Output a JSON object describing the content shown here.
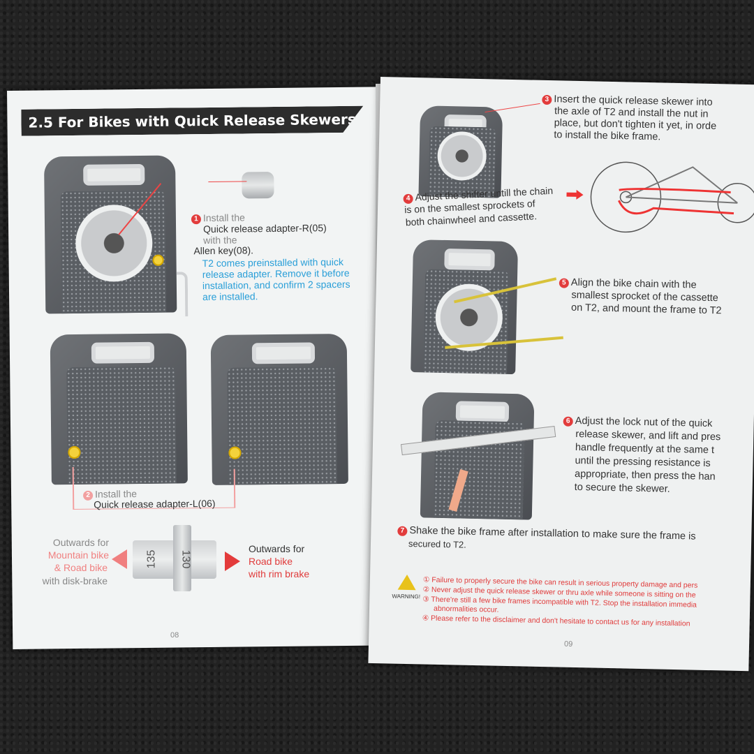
{
  "left": {
    "title": "2.5 For Bikes with Quick Release Skewers",
    "step1": {
      "num": "1",
      "line1": "Install the",
      "line2": "Quick release adapter-R(05)",
      "line3": "with the",
      "line4": "Allen key(08).",
      "note1": "T2 comes preinstalled with quick",
      "note2": "release adapter. Remove it before",
      "note3": "installation, and confirm 2 spacers",
      "note4": "are installed."
    },
    "step2": {
      "num": "2",
      "line1": "Install the",
      "line2": "Quick release adapter-L(06)"
    },
    "hub": {
      "label_135": "135",
      "label_130": "130"
    },
    "outwards_mtb": {
      "line1": "Outwards for",
      "line2": "Mountain bike",
      "line3": "& Road bike",
      "line4": "with disk-brake"
    },
    "outwards_road": {
      "line1": "Outwards for",
      "line2": "Road bike",
      "line3": "with rim brake"
    },
    "page_number": "08"
  },
  "right": {
    "step3": {
      "num": "3",
      "line1": "Insert the quick release skewer into",
      "line2": "the axle of T2 and install the nut in",
      "line3": "place, but don't tighten it yet, in orde",
      "line4": "to install the bike frame."
    },
    "step4": {
      "num": "4",
      "line1": "Adjust the shifter untill the chain",
      "line2": "is on the smallest sprockets of",
      "line3": "both chainwheel and cassette."
    },
    "step5": {
      "num": "5",
      "line1": "Align the bike chain with the",
      "line2": "smallest sprocket of the cassette",
      "line3": "on T2, and mount the frame to T2"
    },
    "step6": {
      "num": "6",
      "line1": "Adjust the lock nut of the quick",
      "line2": "release skewer, and lift and pres",
      "line3": "handle frequently at the same t",
      "line4": "until the pressing resistance is",
      "line5": "appropriate, then press the han",
      "line6": "to secure the skewer."
    },
    "step7": {
      "num": "7",
      "line1": "Shake the bike frame after installation to make sure the frame is",
      "line2": "secured to T2."
    },
    "warning": {
      "label": "WARNING!",
      "w1": "① Failure to properly secure the bike can result in serious property damage and pers",
      "w2": "② Never adjust the quick release skewer or thru axle while someone is sitting on the",
      "w3": "③ There're still a few bike frames incompatible with T2. Stop the installation immedia",
      "w3b": "abnormalities occur.",
      "w4": "④ Please refer to the disclaimer and don't hesitate to contact us for any installation"
    },
    "page_number": "09"
  },
  "colors": {
    "accent_red": "#e23c3c",
    "note_blue": "#2a9fd8",
    "adapter_yellow": "#f4d23c",
    "title_bar": "#2c2c2c"
  }
}
